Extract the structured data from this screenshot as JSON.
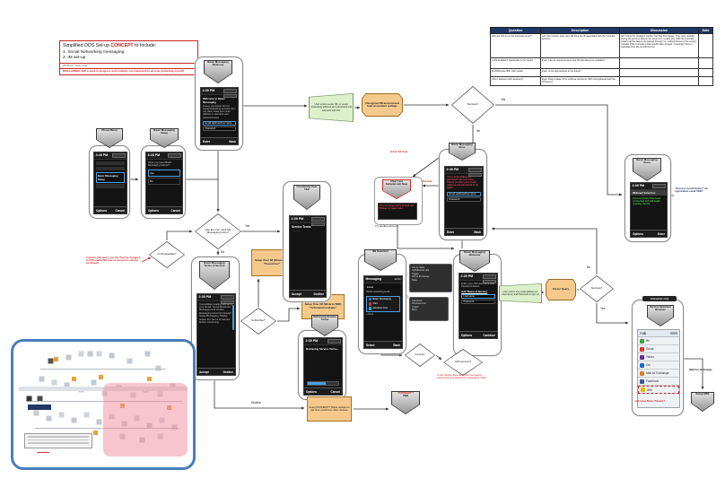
{
  "concept": {
    "title_pre": "Simplified ODS Set-up ",
    "title_hl": "CONCEPT",
    "title_post": " to Include:",
    "item1": "1. Social Networking messaging",
    "item2": "2. IM set-up",
    "byline": "26 RS 08 - Ryan Vogt",
    "disclaimer": "DISCLAIMER: Still a work in progress and certainly not endorsed by anyone (including myself)"
  },
  "table": {
    "headers": [
      "Question",
      "Description",
      "Discussion",
      "Date"
    ],
    "rows": [
      {
        "q": "Will user info be on the Comcast server?",
        "desc": "Jeff: Just curious, does user still have the ID associated with the Comcast service?",
        "disc": "Jeff: I think the intelligent solution had this first release. They were actually storing the account data on the server (i.e. emails, etc). With the Comcast solution all the data is just passed through (i.e. nothing stored on the server). I wonder if the Comcast model would make us legal - meaning is there a style/data limit. We should find out.",
        "date": ""
      },
      {
        "q": "Is NN Available? (Applicable in the future)",
        "desc": "Ryan: Can we assume/ensure that NN will always be available?",
        "disc": "",
        "date": ""
      },
      {
        "q": "Push/Remote NNC 'trial' modes",
        "desc": "Ryan: Is this still pertinent in the future?",
        "disc": "",
        "date": ""
      },
      {
        "q": "'Other' selection still necessary?",
        "desc": "Ryan: Does it allow US to continue service for ISPs not registered with the CZ server?",
        "disc": "",
        "date": ""
      }
    ]
  },
  "phones": {
    "welcome": {
      "pointer": "Basic Messaging Welcome",
      "time": "2:39 PM",
      "title": "Welcome to Basic Messaging",
      "body": "Access your Email, IM and Social Networking accounts all in one place. Enter your email address or username and password below.",
      "input1": "Email address/Username",
      "input2": "Password",
      "sk_left": "Enter",
      "sk_right": "Back"
    },
    "menu": {
      "pointer": "Phone Menu",
      "time": "3:28 PM",
      "selected": "Basic Messaging Setup",
      "sk_left": "Options",
      "sk_right": "Cancel"
    },
    "setup": {
      "pointer": "Basic Messaging Setup",
      "time": "3:28 PM",
      "question": "Have you used Basic Messaging before?",
      "opt1": "Yes",
      "opt2": "No",
      "sk_left": "Options",
      "sk_right": "Cancel"
    },
    "tos": {
      "pointer": "Basic Messaging Terms of Service",
      "time": "2:39 PM",
      "body": "Consolidate dealing with all of your Email, Social Networks, Messages and Instant Messaging accounts through Nokia Messaging. Please review the Terms of Service before continuing.",
      "sk_left": "Accept",
      "sk_right": "Decline"
    },
    "community": {
      "pointer": "Community User T&C",
      "time": "2:39 PM",
      "title": "Service Terms",
      "body": "............",
      "sk_left": "Accept",
      "sk_right": "Decline"
    },
    "retrieving": {
      "pointer": "Retrieving Service Terms",
      "time": "2:39 PM",
      "title": "Retrieving Service Terms...",
      "sk_left": "Options",
      "sk_right": "Cancel"
    },
    "selection": {
      "pointer": "NN Selection",
      "header": "Messaging",
      "time": "12:00",
      "row1": "Email",
      "row2": "Social networking feeds",
      "g1": "Basic Messaging",
      "g2": "Mail",
      "g3": "Windows Live",
      "more": "+ More",
      "sk_left": "Select",
      "sk_right": "Back",
      "popup1": [
        "List by State",
        "Alphabetical (all)",
        "Toggle",
        "Pull to Exchange",
        "State"
      ],
      "popup2": [
        "Facebook",
        "Windows Live",
        "Twitter",
        "More"
      ]
    },
    "credentials": {
      "pointer": "Basic Messaging Welcome",
      "time": "2:39 PM",
      "body": "Enter your NN Username and Password below",
      "link": "Add 'Name of Service'",
      "input1": "Username",
      "input2": "Password",
      "sk_left": "Options",
      "sk_right": "Continue"
    },
    "error": {
      "pointer": "Basic Messaging Error",
      "time": "2:39 PM",
      "error": "Your email address or password was incorrect. Please re-enter your email address and password to try again.",
      "input1": "Email address/Username",
      "input2": "Password",
      "sk_left": "Enter",
      "sk_right": "Back"
    },
    "done": {
      "pointer": "Basic Messaging Done",
      "time": "2:39 PM",
      "bar": "IM/Email Selection",
      "success": "Your accounts have been connected and will begin syncing shortly.",
      "sk_left": "Options",
      "sk_right": "Done"
    },
    "browser": {
      "badge": "Consumer only",
      "pointer": "Service Selection Browser",
      "time": "7:48",
      "services": [
        {
          "name": "IM",
          "color": "#3aa33a"
        },
        {
          "name": "Gmail",
          "color": "#d93a2b"
        },
        {
          "name": "Yahoo",
          "color": "#6b2d91"
        },
        {
          "name": "Ovi",
          "color": "#1b6ac9"
        },
        {
          "name": "Mail for Exchange",
          "color": "#d9822b"
        },
        {
          "name": "Facebook",
          "color": "#3b5998"
        },
        {
          "name": "AIM",
          "color": "#e8b600"
        }
      ],
      "note": "Add Lotus Notes Traveler?"
    }
  },
  "lock_note": {
    "pointer": "Clear Last Failure/Lock Note",
    "text": "You are temporarily locked out. Please try again later.",
    "below": "Try another account"
  },
  "callouts": {
    "user_enters": "User enters email, IM, or social networking address and password and interacts with NN",
    "recognize": "Recognize NN account and load associated settings",
    "poweruser1": "Setup Over IM (WizardLite)",
    "poweruser2": "\"PowerUser\"",
    "tutorial1": "Setup Over IM (Wizard+TBD)",
    "tutorial2": "\"TuTorials/CoolApps\"",
    "user_enters2": "User enters any email address (or Username) and Password to sign up",
    "server_query": "Server Query",
    "phonemy1": "'PHONEMY'?",
    "phonemy2": "TBD",
    "bottom": "Setup PHONEMY? Nokia decides to get their email from other devices"
  },
  "diamonds": {
    "used_before": "Has the user used NN Messaging before?",
    "nn_available": "Is NN available?",
    "success": "Success?",
    "subscriber": "Subscriber?",
    "addl": "Add'l accounts?"
  },
  "labels": {
    "yes": "Yes",
    "no": "No",
    "decline": "Decline",
    "second_time": "2nd time",
    "third_fourth": "3rd & 4th time",
    "try_another": "Try another account",
    "mfe": "Mail For Exchange",
    "setup_mfe": "Setup MFE",
    "success_conf": "\"Success Confirmation\" via registration email TBD?",
    "concern": "Concern with query: can the client be designed to OTA enable NN once an account is entered somehow?",
    "delete_note": "If user deletes data via UI they can always retrieve account data from a messaging mode",
    "add_lotus": "Add Lotus Notes Traveler?"
  },
  "colors": {
    "accent_blue": "#4a9fe0",
    "table_header": "#1f3864",
    "error_red": "#e8485f",
    "success_green": "#56c956",
    "callout_orange": "#f5c98c",
    "callout_green": "#dcf0cc",
    "inset_border": "#4a7ebb"
  }
}
